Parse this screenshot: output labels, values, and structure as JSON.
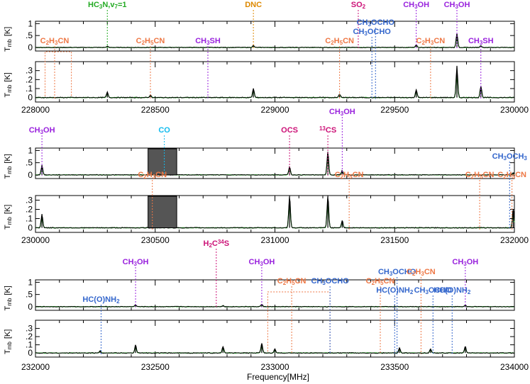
{
  "figure": {
    "xlabel": "Frequency[MHz]",
    "ylabel_main": "T",
    "ylabel_sub": "mb",
    "ylabel_unit": "[K]"
  },
  "colors": {
    "spectrum_obs": "#000000",
    "spectrum_model": "#22aa22",
    "saturated_fill": "#555555",
    "species_purple": "#9922dd",
    "species_magenta": "#cc1177",
    "species_orange": "#ee7744",
    "species_blue": "#3366cc",
    "species_gold": "#dd8800",
    "species_cyan": "#11bbee"
  },
  "chart_data": [
    {
      "type": "line",
      "id": "row1",
      "xlim": [
        228000,
        230000
      ],
      "xticks": [
        "228000",
        "228500",
        "229000",
        "229500",
        "230000"
      ],
      "top": {
        "ylim": [
          -0.15,
          1.1
        ],
        "yticks": [
          "0",
          ".5",
          "1"
        ],
        "peaks": [
          [
            228300,
            0.05
          ],
          [
            228910,
            0.08
          ],
          [
            229590,
            0.1
          ],
          [
            229760,
            0.6
          ],
          [
            229860,
            0.08
          ]
        ],
        "labels": [
          {
            "text": "HC",
            "sub": "3",
            "text2": "N,v",
            "sub2": "7",
            "text3": "=1",
            "x": 228300,
            "color": "#22aa22"
          },
          {
            "text": "DNC",
            "x": 228910,
            "color": "#dd8800"
          },
          {
            "text": "SO",
            "sub": "2",
            "x": 229348,
            "color": "#cc1177"
          },
          {
            "text": "CH",
            "sub": "3",
            "text2": "OH",
            "x": 229590,
            "color": "#9922dd"
          },
          {
            "text": "CH",
            "sub": "3",
            "text2": "OH",
            "x": 229760,
            "color": "#9922dd"
          }
        ]
      },
      "bottom": {
        "ylim": [
          -0.05,
          0.4
        ],
        "yticks": [
          "0",
          ".1",
          ".2",
          ".3"
        ],
        "peaks": [
          [
            228300,
            0.06
          ],
          [
            228910,
            0.1
          ],
          [
            229590,
            0.09
          ],
          [
            229760,
            0.35
          ],
          [
            229860,
            0.13
          ],
          [
            228480,
            0.03
          ],
          [
            229270,
            0.04
          ]
        ],
        "labels": [
          {
            "text": "C",
            "sub": "2",
            "text2": "H",
            "sub2": "3",
            "text3": "CN",
            "x": 228080,
            "color": "#ee7744",
            "bracket": [
              228040,
              228150
            ]
          },
          {
            "text": "C",
            "sub": "2",
            "text2": "H",
            "sub2": "5",
            "text3": "CN",
            "x": 228480,
            "color": "#ee7744"
          },
          {
            "text": "CH",
            "sub": "3",
            "text2": "SH",
            "x": 228720,
            "color": "#9922dd"
          },
          {
            "text": "C",
            "sub": "2",
            "text2": "H",
            "sub2": "5",
            "text3": "CN",
            "x": 229270,
            "color": "#ee7744"
          },
          {
            "text": "CH",
            "sub": "3",
            "text2": "OCHO",
            "x": 229405,
            "color": "#3366cc",
            "tier": 1
          },
          {
            "text": "CH",
            "sub": "3",
            "text2": "OCHO",
            "x": 229420,
            "color": "#3366cc",
            "tier": 2
          },
          {
            "text": "C",
            "sub": "2",
            "text2": "H",
            "sub2": "3",
            "text3": "CN",
            "x": 229650,
            "color": "#ee7744"
          },
          {
            "text": "CH",
            "sub": "3",
            "text2": "SH",
            "x": 229860,
            "color": "#9922dd"
          }
        ]
      }
    },
    {
      "type": "line",
      "id": "row2",
      "xlim": [
        230000,
        232000
      ],
      "xticks": [
        "230000",
        "230500",
        "231000",
        "231500",
        "232000"
      ],
      "top": {
        "ylim": [
          -0.15,
          1.1
        ],
        "yticks": [
          "0",
          ".5",
          "1"
        ],
        "peaks": [
          [
            230027,
            0.4
          ],
          [
            231061,
            0.35
          ],
          [
            231221,
            0.95
          ],
          [
            231281,
            0.18
          ],
          [
            231995,
            0.1
          ]
        ],
        "saturated": [
          230470,
          230590
        ],
        "labels": [
          {
            "text": "CH",
            "sub": "3",
            "text2": "OH",
            "x": 230027,
            "color": "#9922dd"
          },
          {
            "text": "CO",
            "x": 230538,
            "color": "#11bbee"
          },
          {
            "text": "OCS",
            "x": 231061,
            "color": "#cc1177"
          },
          {
            "sup": "13",
            "text": "CS",
            "x": 231221,
            "color": "#cc1177"
          },
          {
            "text": "CH",
            "sub": "3",
            "text2": "OH",
            "x": 231281,
            "color": "#9922dd",
            "tier": 2
          }
        ]
      },
      "bottom": {
        "ylim": [
          -0.05,
          0.35
        ],
        "yticks": [
          "0",
          ".1",
          ".2",
          ".3"
        ],
        "peaks": [
          [
            230027,
            0.15
          ],
          [
            231061,
            0.35
          ],
          [
            231221,
            0.35
          ],
          [
            231281,
            0.08
          ],
          [
            231995,
            0.2
          ]
        ],
        "saturated": [
          230470,
          230590
        ],
        "labels": [
          {
            "text": "C",
            "sub": "2",
            "text2": "H",
            "sub2": "3",
            "text3": "CN",
            "x": 230488,
            "color": "#ee7744"
          },
          {
            "text": "C",
            "sub": "2",
            "text2": "H",
            "sub2": "5",
            "text3": "CN",
            "x": 231310,
            "color": "#ee7744"
          },
          {
            "text": "C",
            "sub": "2",
            "text2": "H",
            "sub2": "5",
            "text3": "CN",
            "x": 231855,
            "color": "#ee7744"
          },
          {
            "text": "C",
            "sub": "2",
            "text2": "H",
            "sub2": "5",
            "text3": "CN",
            "x": 231990,
            "color": "#ee7744"
          },
          {
            "text": "CH",
            "sub": "3",
            "text2": "OCH",
            "sub3": "3",
            "x": 231980,
            "color": "#3366cc",
            "tier": 2
          }
        ]
      }
    },
    {
      "type": "line",
      "id": "row3",
      "xlim": [
        232000,
        234000
      ],
      "xticks": [
        "232000",
        "232500",
        "233000",
        "233500",
        "234000"
      ],
      "top": {
        "ylim": [
          -0.15,
          1.1
        ],
        "yticks": [
          "0",
          ".5",
          "1"
        ],
        "peaks": [
          [
            232418,
            0.08
          ],
          [
            232945,
            0.1
          ],
          [
            233795,
            0.06
          ],
          [
            232783,
            0.05
          ]
        ],
        "labels": [
          {
            "text": "CH",
            "sub": "3",
            "text2": "OH",
            "x": 232418,
            "color": "#9922dd"
          },
          {
            "text": "H",
            "sub": "2",
            "text2": "C",
            "sup2": "34",
            "text3": "S",
            "x": 232755,
            "color": "#cc1177",
            "tier": 2
          },
          {
            "text": "CH",
            "sub": "3",
            "text2": "OH",
            "x": 232945,
            "color": "#9922dd"
          },
          {
            "text": "CH",
            "sub": "3",
            "text2": "OH",
            "x": 233795,
            "color": "#9922dd"
          }
        ]
      },
      "bottom": {
        "ylim": [
          -0.05,
          0.4
        ],
        "yticks": [
          "0",
          ".1",
          ".2",
          ".3"
        ],
        "peaks": [
          [
            232418,
            0.1
          ],
          [
            232783,
            0.08
          ],
          [
            232945,
            0.12
          ],
          [
            233000,
            0.05
          ],
          [
            233520,
            0.06
          ],
          [
            233650,
            0.05
          ],
          [
            233795,
            0.08
          ],
          [
            232270,
            0.03
          ]
        ],
        "labels": [
          {
            "text": "HC(O)NH",
            "sub": "2",
            "x": 232274,
            "color": "#3366cc"
          },
          {
            "text": "C",
            "sub": "2",
            "text2": "H",
            "sub2": "5",
            "text3": "CN",
            "x": 233070,
            "color": "#ee7744",
            "tier": 2,
            "bracket": [
              232970,
              233230
            ]
          },
          {
            "text": "CH",
            "sub": "3",
            "text2": "OCHO",
            "x": 233230,
            "color": "#3366cc",
            "tier": 2
          },
          {
            "text": "C",
            "sub": "2",
            "text2": "H",
            "sub2": "5",
            "text3": "CN",
            "x": 233440,
            "color": "#ee7744",
            "tier": 2
          },
          {
            "text": "HC(O)NH",
            "sub": "2",
            "x": 233500,
            "color": "#3366cc",
            "tier": 1
          },
          {
            "text": "CH",
            "sub": "3",
            "text2": "OCHO",
            "x": 233510,
            "color": "#3366cc",
            "tier": 3
          },
          {
            "text": "C",
            "sub": "2",
            "text2": "H",
            "sub2": "3",
            "text3": "CN",
            "x": 233610,
            "color": "#ee7744",
            "tier": 3
          },
          {
            "text": "CH",
            "sub": "3",
            "text2": "OCHO",
            "x": 233660,
            "color": "#3366cc",
            "tier": 1
          },
          {
            "text": "HC(O)NH",
            "sub": "2",
            "x": 233740,
            "color": "#3366cc",
            "tier": 1
          }
        ]
      }
    }
  ]
}
